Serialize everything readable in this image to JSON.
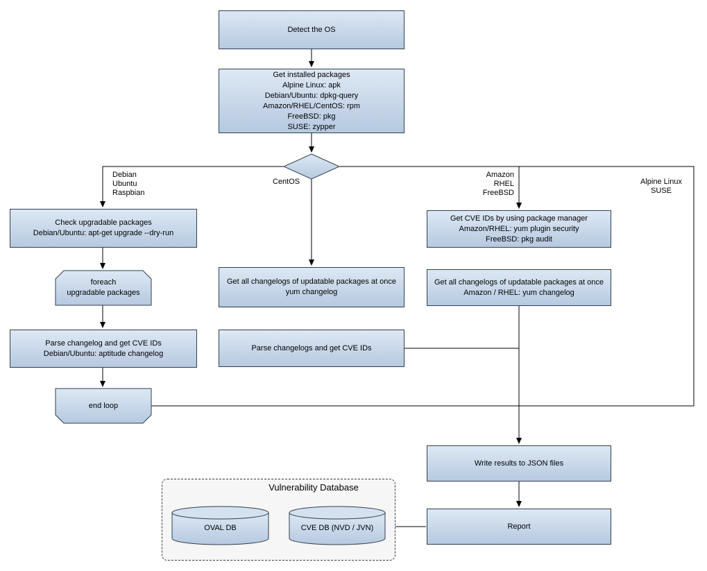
{
  "nodes": {
    "detect_os": "Detect the OS",
    "get_installed_packages": "Get installed packages\nAlpine Linux: apk\nDebian/Ubuntu: dpkg-query\nAmazon/RHEL/CentOS: rpm\nFreeBSD: pkg\nSUSE: zypper",
    "check_upgradable": "Check upgradable packages\nDebian/Ubuntu: apt-get upgrade --dry-run",
    "foreach_loop": "foreach\nupgradable packages",
    "parse_changelog_debian": "Parse changelog and get CVE IDs\nDebian/Ubuntu: aptitude changelog",
    "end_loop": "end loop",
    "get_changelogs_centos": "Get all changelogs of updatable packages at once\nyum changelog",
    "parse_changelogs_centos": "Parse changelogs and get CVE IDs",
    "get_cve_ids_pkg_manager": "Get CVE IDs by using package manager\nAmazon/RHEL: yum plugin security\nFreeBSD: pkg audit",
    "get_changelogs_amazon": "Get all changelogs of updatable packages at once\nAmazon / RHEL: yum changelog",
    "write_results": "Write results to JSON files",
    "report": "Report"
  },
  "edge_labels": {
    "debian_branch": "Debian\nUbuntu\nRaspbian",
    "centos_branch": "CentOS",
    "amazon_branch": "Amazon\nRHEL\nFreeBSD",
    "alpine_branch": "Alpine Linux\nSUSE"
  },
  "database": {
    "title": "Vulnerability Database",
    "oval_db": "OVAL DB",
    "cve_db": "CVE DB (NVD / JVN)"
  },
  "colors": {
    "node_fill_top": "#dde8f4",
    "node_fill_bottom": "#b6c9e0",
    "node_border": "#2f3e4e",
    "connector": "#000000",
    "db_container_fill": "#f6f6f6"
  }
}
